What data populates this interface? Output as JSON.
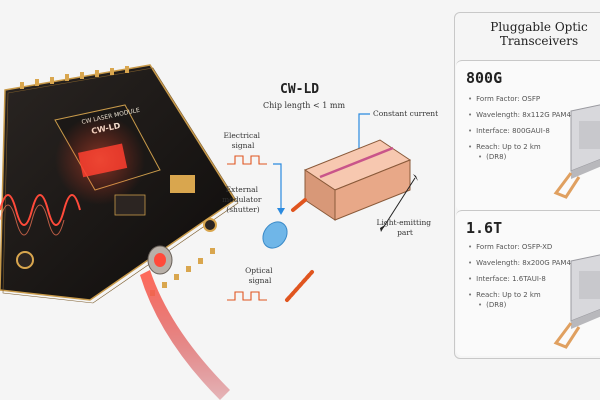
{
  "diagram": {
    "title": "CW-LD",
    "subtitle": "Chip length < 1 mm",
    "constant_current": "Constant current",
    "electrical_signal": [
      "Electrical",
      "signal"
    ],
    "external_modulator": [
      "External",
      "modulator",
      "(shutter)"
    ],
    "optical_signal": [
      "Optical",
      "signal"
    ],
    "light_emitting": [
      "Light-emitting",
      "part"
    ]
  },
  "module": {
    "label_line1": "CW LASER MODULE",
    "label_line2": "CW-LD"
  },
  "panel": {
    "title_line1": "Pluggable Optic",
    "title_line2": "Transceivers",
    "cards": [
      {
        "title": "800G",
        "specs": [
          "Form Factor: OSFP",
          "Wavelength: 8x112G PAM4",
          "Interface: 800GAUI-8",
          "Reach: Up to 2 km",
          "(DR8)"
        ]
      },
      {
        "title": "1.6T",
        "specs": [
          "Form Factor: OSFP-XD",
          "Wavelength: 8x200G PAM4",
          "Interface: 1.6TAUI-8",
          "Reach: Up to 2 km",
          "(DR8)"
        ]
      }
    ]
  }
}
